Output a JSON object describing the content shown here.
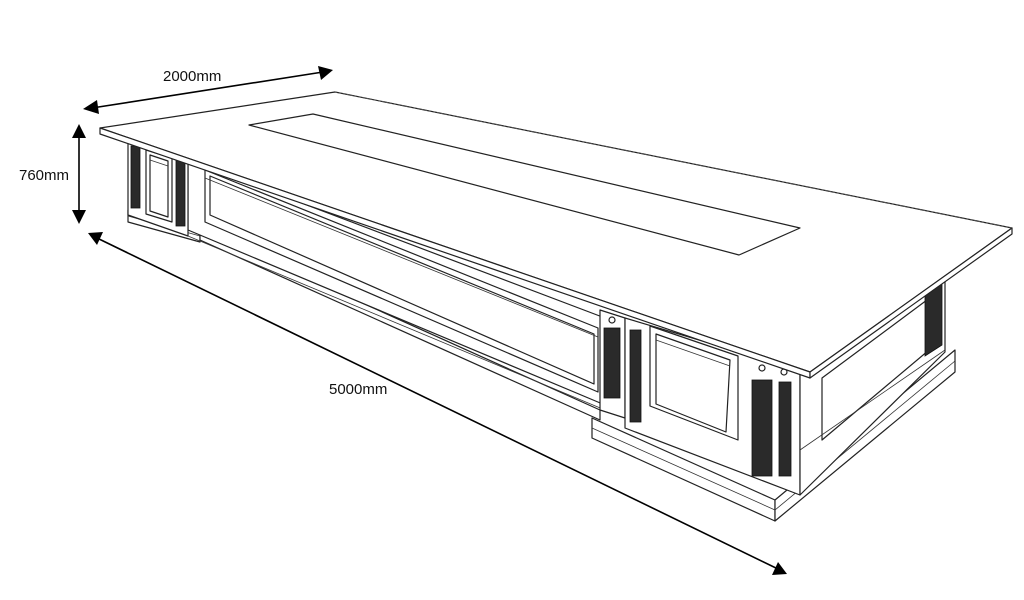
{
  "dimensions": {
    "width": "2000mm",
    "height": "760mm",
    "length": "5000mm"
  },
  "colors": {
    "line": "#222222",
    "background": "#ffffff",
    "arrow": "#000000"
  }
}
